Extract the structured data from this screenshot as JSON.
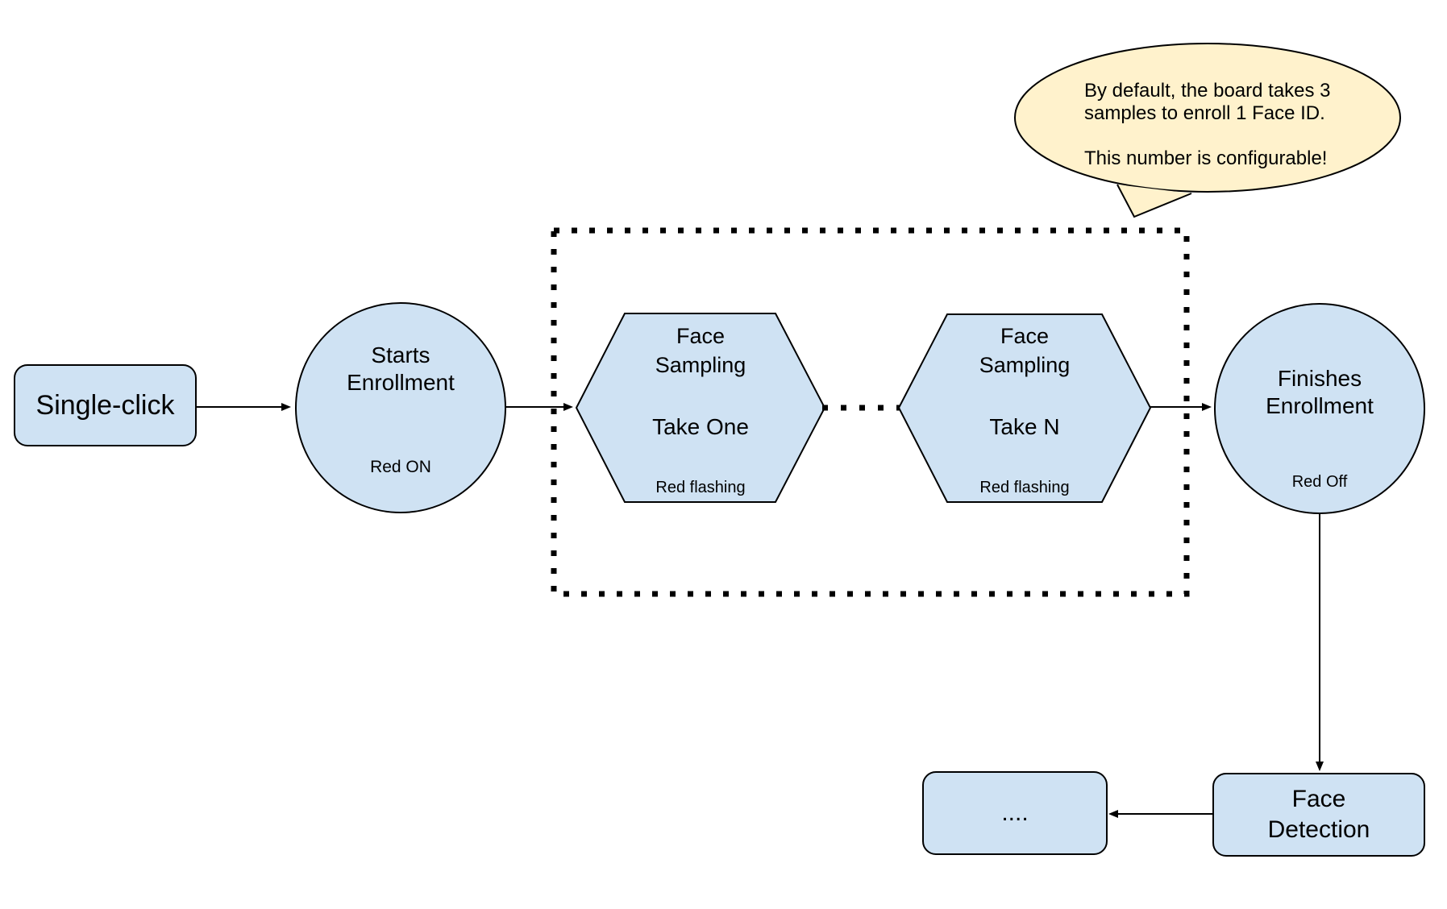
{
  "colors": {
    "node_fill": "#CFE2F3",
    "node_border": "#000000",
    "callout_fill": "#FFF2CC",
    "callout_border": "#000000",
    "background": "#FFFFFF",
    "text": "#000000"
  },
  "callout": {
    "text": "By default, the board takes 3\nsamples to enroll 1 Face ID.\n\nThis number is configurable!"
  },
  "nodes": {
    "single_click": {
      "label": "Single-click"
    },
    "starts_enrollment": {
      "label": "Starts\nEnrollment",
      "status": "Red ON"
    },
    "face_sampling_take_one": {
      "label": "Face\nSampling",
      "step": "Take One",
      "status": "Red flashing"
    },
    "face_sampling_take_n": {
      "label": "Face\nSampling",
      "step": "Take N",
      "status": "Red flashing"
    },
    "finishes_enrollment": {
      "label": "Finishes\nEnrollment",
      "status": "Red Off"
    },
    "face_detection": {
      "label": "Face\nDetection"
    },
    "continuation": {
      "label": "...."
    }
  }
}
